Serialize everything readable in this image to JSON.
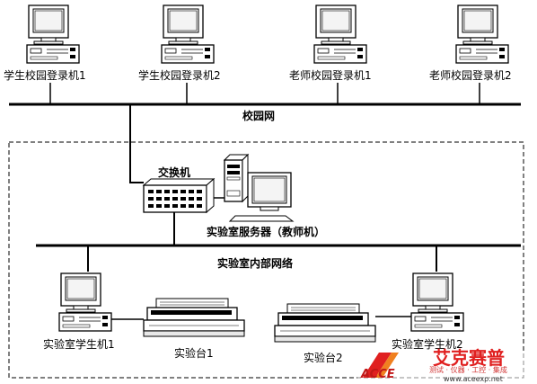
{
  "campus_network": {
    "bus_label": "校园网",
    "terminals": [
      {
        "label": "学生校园登录机1",
        "icon": "desktop-computer-icon"
      },
      {
        "label": "学生校园登录机2",
        "icon": "desktop-computer-icon"
      },
      {
        "label": "老师校园登录机1",
        "icon": "desktop-computer-icon"
      },
      {
        "label": "老师校园登录机2",
        "icon": "desktop-computer-icon"
      }
    ]
  },
  "lab": {
    "switch_label": "交换机",
    "server_label": "实验室服务器（教师机）",
    "bus_label": "实验室内部网络",
    "student_pcs": [
      {
        "label": "实验室学生机1",
        "icon": "desktop-computer-icon"
      },
      {
        "label": "实验室学生机2",
        "icon": "desktop-computer-icon"
      }
    ],
    "benches": [
      {
        "label": "实验台1",
        "icon": "printer-icon"
      },
      {
        "label": "实验台2",
        "icon": "printer-icon"
      }
    ]
  },
  "watermark": {
    "brand": "艾克赛普",
    "tagline": "测试 · 仪器 · 工控 · 集成",
    "url": "www.aceexp.net",
    "logo_letters": "ACCE"
  }
}
